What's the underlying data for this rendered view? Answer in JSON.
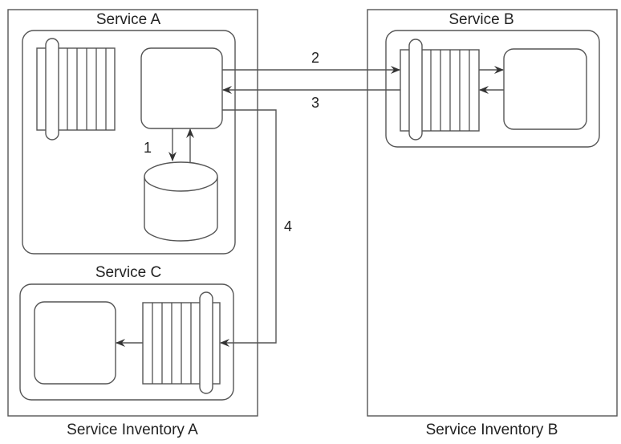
{
  "diagram": {
    "inventories": [
      {
        "id": "inventory-a",
        "label": "Service Inventory A"
      },
      {
        "id": "inventory-b",
        "label": "Service Inventory B"
      }
    ],
    "services": [
      {
        "id": "service-a",
        "label": "Service A",
        "inventory": "inventory-a",
        "parts": [
          "message-queue",
          "service-logic",
          "database"
        ]
      },
      {
        "id": "service-b",
        "label": "Service B",
        "inventory": "inventory-b",
        "parts": [
          "message-queue",
          "service-logic"
        ]
      },
      {
        "id": "service-c",
        "label": "Service C",
        "inventory": "inventory-a",
        "parts": [
          "service-logic",
          "message-queue"
        ]
      }
    ],
    "interactions": [
      {
        "label": "1",
        "from": "service-a-logic",
        "to": "service-a-database",
        "bidirectional": true
      },
      {
        "label": "2",
        "from": "service-a-logic",
        "to": "service-b-queue"
      },
      {
        "label": "3",
        "from": "service-b-queue",
        "to": "service-a-logic"
      },
      {
        "label": "4",
        "from": "service-a-logic",
        "to": "service-c-queue"
      }
    ],
    "colors": {
      "stroke": "#555555",
      "text": "#222222",
      "background": "#ffffff"
    }
  }
}
